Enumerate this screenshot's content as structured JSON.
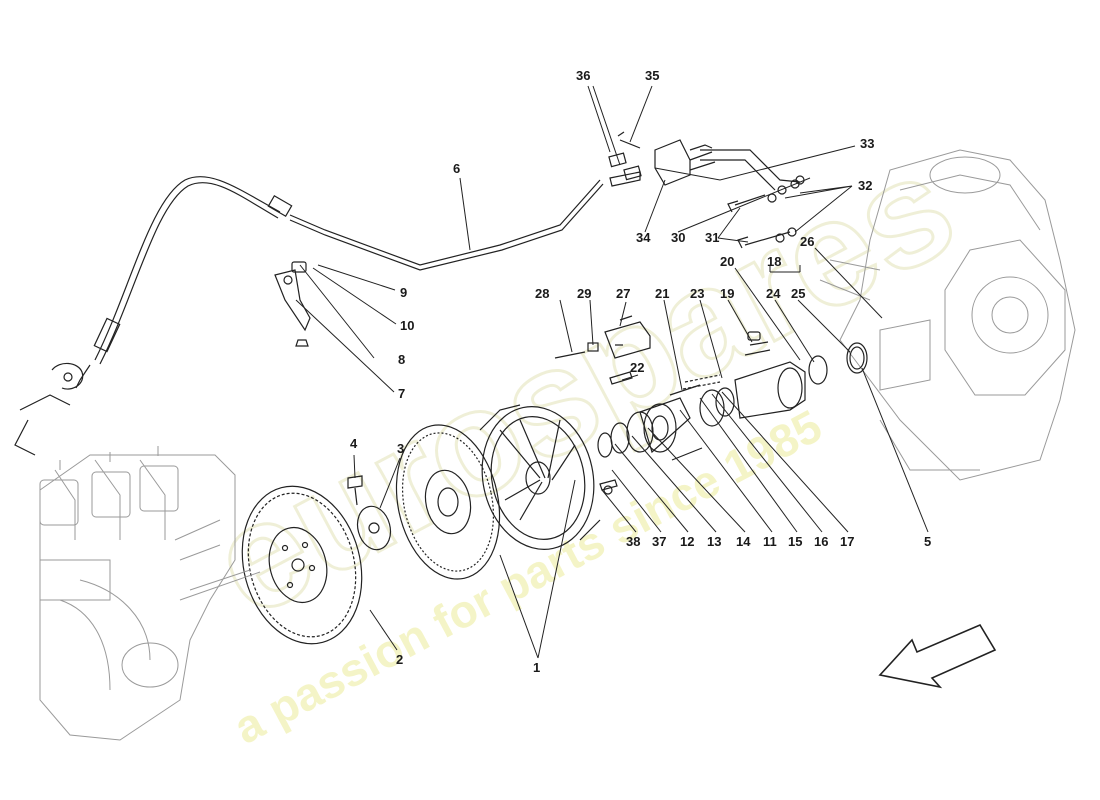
{
  "watermark": {
    "brand": "eurospares",
    "tagline": "a passion for parts since 1985",
    "color": "#e6e6a0"
  },
  "callouts": [
    {
      "id": "c36",
      "text": "36"
    },
    {
      "id": "c35",
      "text": "35"
    },
    {
      "id": "c33",
      "text": "33"
    },
    {
      "id": "c6",
      "text": "6"
    },
    {
      "id": "c32",
      "text": "32"
    },
    {
      "id": "c34",
      "text": "34"
    },
    {
      "id": "c30",
      "text": "30"
    },
    {
      "id": "c31",
      "text": "31"
    },
    {
      "id": "c26",
      "text": "26"
    },
    {
      "id": "c20",
      "text": "20"
    },
    {
      "id": "c18",
      "text": "18"
    },
    {
      "id": "c9",
      "text": "9"
    },
    {
      "id": "c28",
      "text": "28"
    },
    {
      "id": "c29",
      "text": "29"
    },
    {
      "id": "c27",
      "text": "27"
    },
    {
      "id": "c21",
      "text": "21"
    },
    {
      "id": "c23",
      "text": "23"
    },
    {
      "id": "c19",
      "text": "19"
    },
    {
      "id": "c24",
      "text": "24"
    },
    {
      "id": "c25",
      "text": "25"
    },
    {
      "id": "c10",
      "text": "10"
    },
    {
      "id": "c8",
      "text": "8"
    },
    {
      "id": "c22",
      "text": "22"
    },
    {
      "id": "c7",
      "text": "7"
    },
    {
      "id": "c4",
      "text": "4"
    },
    {
      "id": "c3",
      "text": "3"
    },
    {
      "id": "c38",
      "text": "38"
    },
    {
      "id": "c37",
      "text": "37"
    },
    {
      "id": "c12",
      "text": "12"
    },
    {
      "id": "c13",
      "text": "13"
    },
    {
      "id": "c14",
      "text": "14"
    },
    {
      "id": "c11",
      "text": "11"
    },
    {
      "id": "c15",
      "text": "15"
    },
    {
      "id": "c16",
      "text": "16"
    },
    {
      "id": "c17",
      "text": "17"
    },
    {
      "id": "c5",
      "text": "5"
    },
    {
      "id": "c2",
      "text": "2"
    },
    {
      "id": "c1",
      "text": "1"
    }
  ],
  "icons": {
    "direction": "front-direction-arrow-icon"
  }
}
